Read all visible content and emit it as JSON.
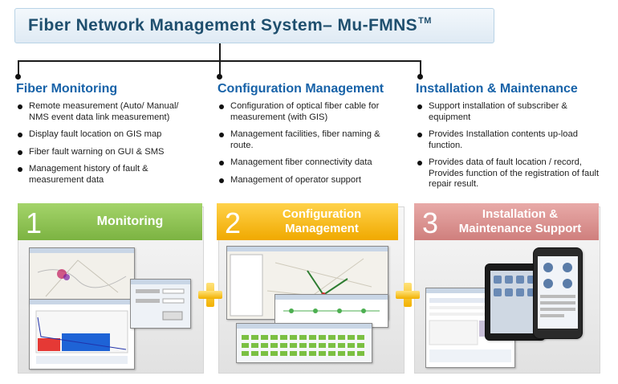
{
  "title": {
    "text": "Fiber Network Management System– Mu-FMNS",
    "tm": "TM"
  },
  "columns": [
    {
      "heading": "Fiber Monitoring",
      "bullets": [
        "Remote measurement (Auto/ Manual/ NMS event data link measurement)",
        "Display fault location on GIS map",
        "Fiber fault warning on GUI & SMS",
        "Management history of fault & measurement data"
      ]
    },
    {
      "heading": "Configuration Management",
      "bullets": [
        "Configuration of optical fiber cable for measurement (with GIS)",
        "Management facilities, fiber naming & route.",
        "Management fiber connectivity data",
        "Management of operator support"
      ]
    },
    {
      "heading": "Installation & Maintenance",
      "bullets": [
        "Support installation of subscriber & equipment",
        "Provides Installation contents up-load function.",
        "Provides data of fault location / record, Provides function of the registration of fault repair result."
      ]
    }
  ],
  "stages": [
    {
      "number": "1",
      "label": "Monitoring",
      "color": "#8bc34a"
    },
    {
      "number": "2",
      "label": "Configuration Management",
      "color": "#f5b800"
    },
    {
      "number": "3",
      "label": "Installation & Maintenance Support",
      "color": "#d98b89"
    }
  ],
  "colors": {
    "heading": "#1762a8",
    "title_text": "#1f4f6e",
    "plus": "#f2b100"
  }
}
